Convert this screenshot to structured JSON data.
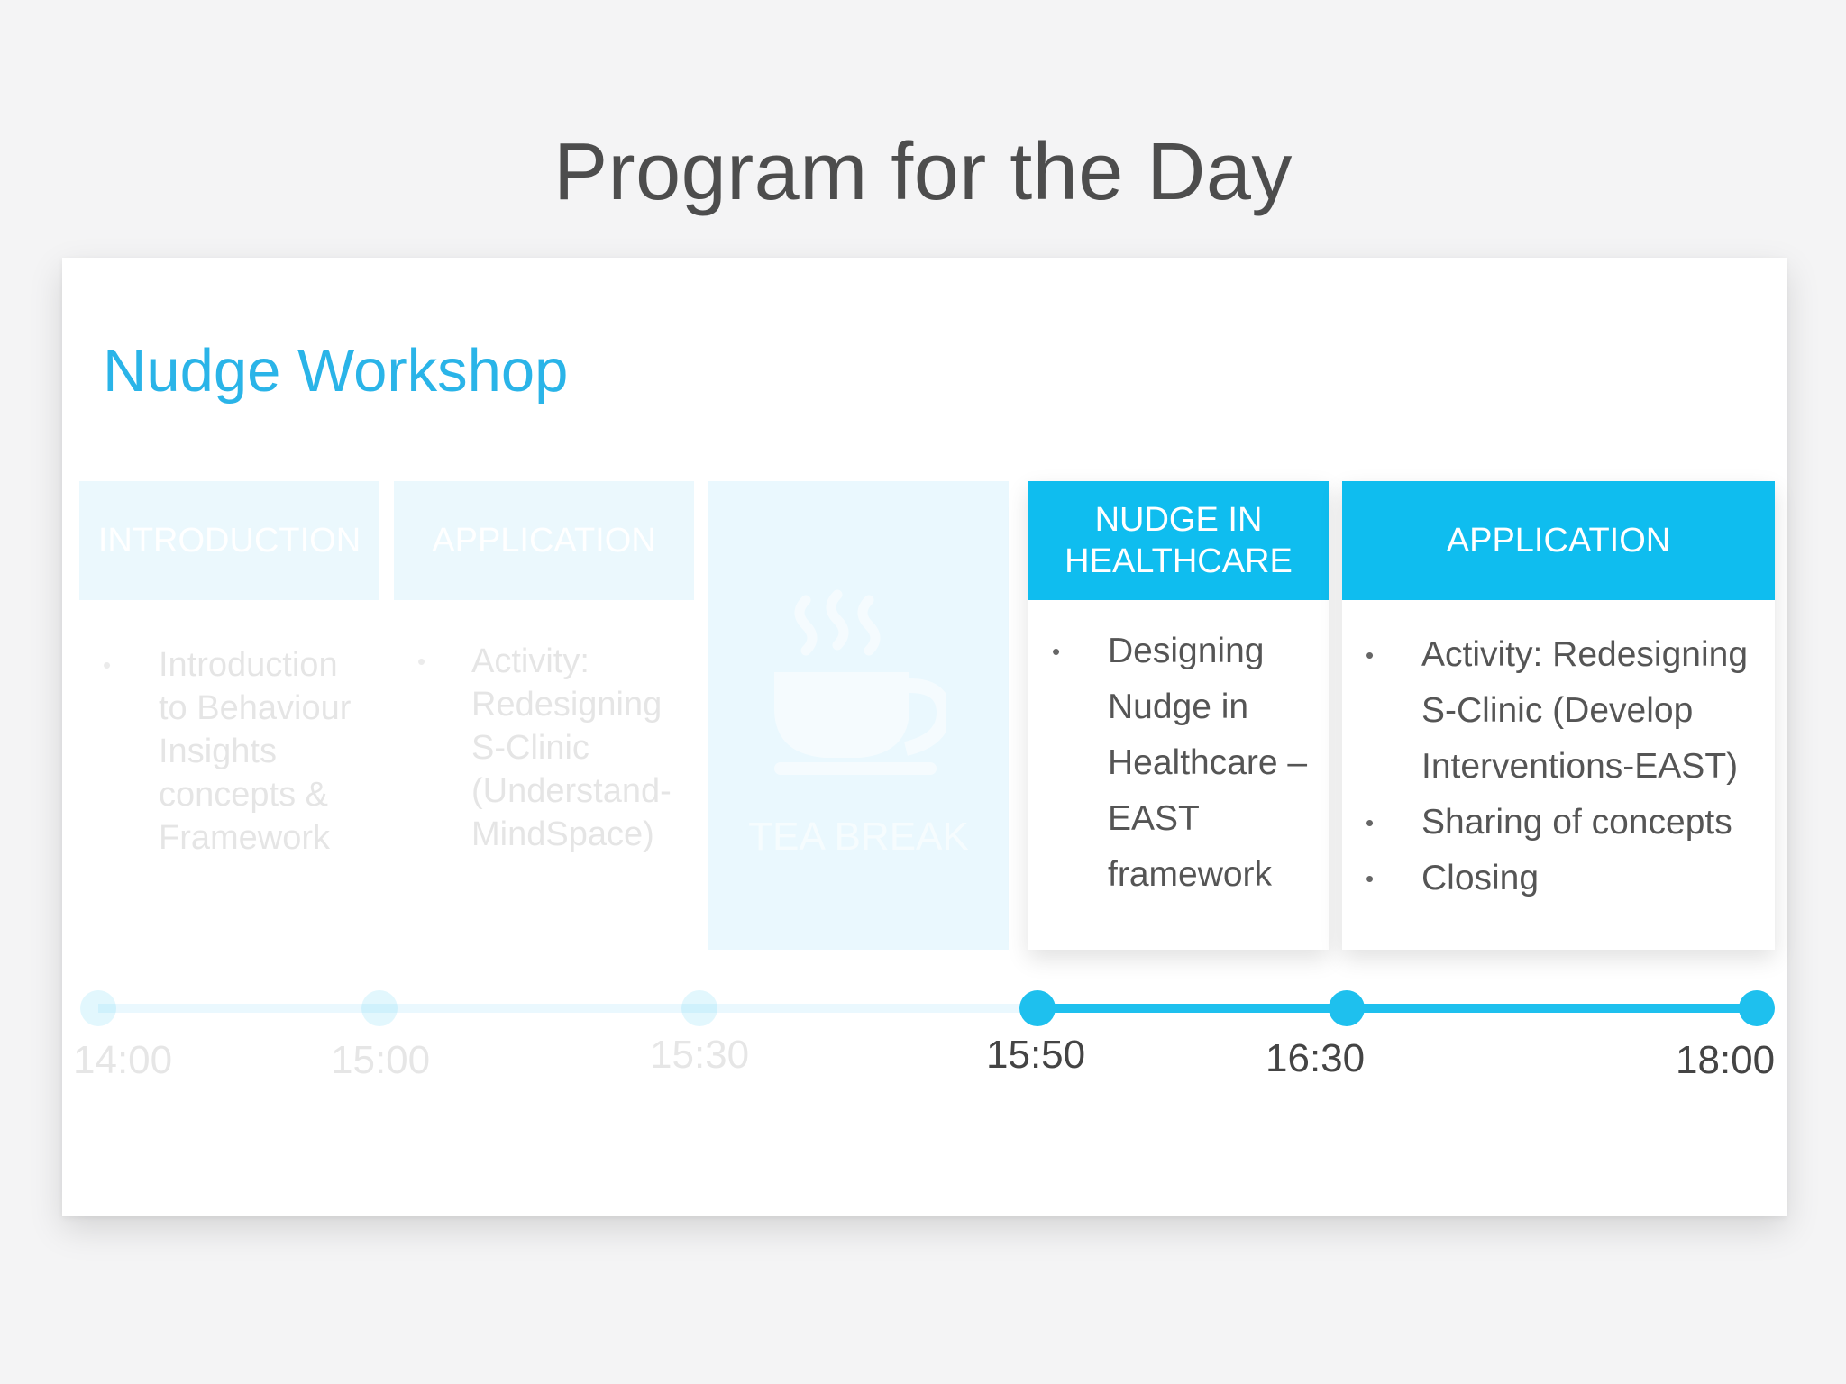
{
  "title": "Program for the Day",
  "workshop_title": "Nudge Workshop",
  "sessions": [
    {
      "header": "INTRODUCTION",
      "items": [
        "Introduction to Behaviour Insights concepts & Framework"
      ]
    },
    {
      "header": "APPLICATION",
      "items": [
        "Activity: Redesigning S-Clinic (Understand- MindSpace)"
      ]
    },
    {
      "header": "TEA BREAK",
      "icon": "coffee-cup-icon"
    },
    {
      "header": "NUDGE IN\nHEALTHCARE",
      "items": [
        "Designing Nudge in Healthcare – EAST framework"
      ]
    },
    {
      "header": "APPLICATION",
      "items": [
        "Activity: Redesigning S-Clinic (Develop Interventions-EAST)",
        "Sharing of concepts",
        "Closing"
      ]
    }
  ],
  "timeline": {
    "times": [
      "14:00",
      "15:00",
      "15:30",
      "15:50",
      "16:30",
      "18:00"
    ]
  },
  "colors": {
    "accent": "#0fbdef",
    "title": "#4d4d4d",
    "workshop_title": "#2ab4e8"
  },
  "bullet": "•"
}
